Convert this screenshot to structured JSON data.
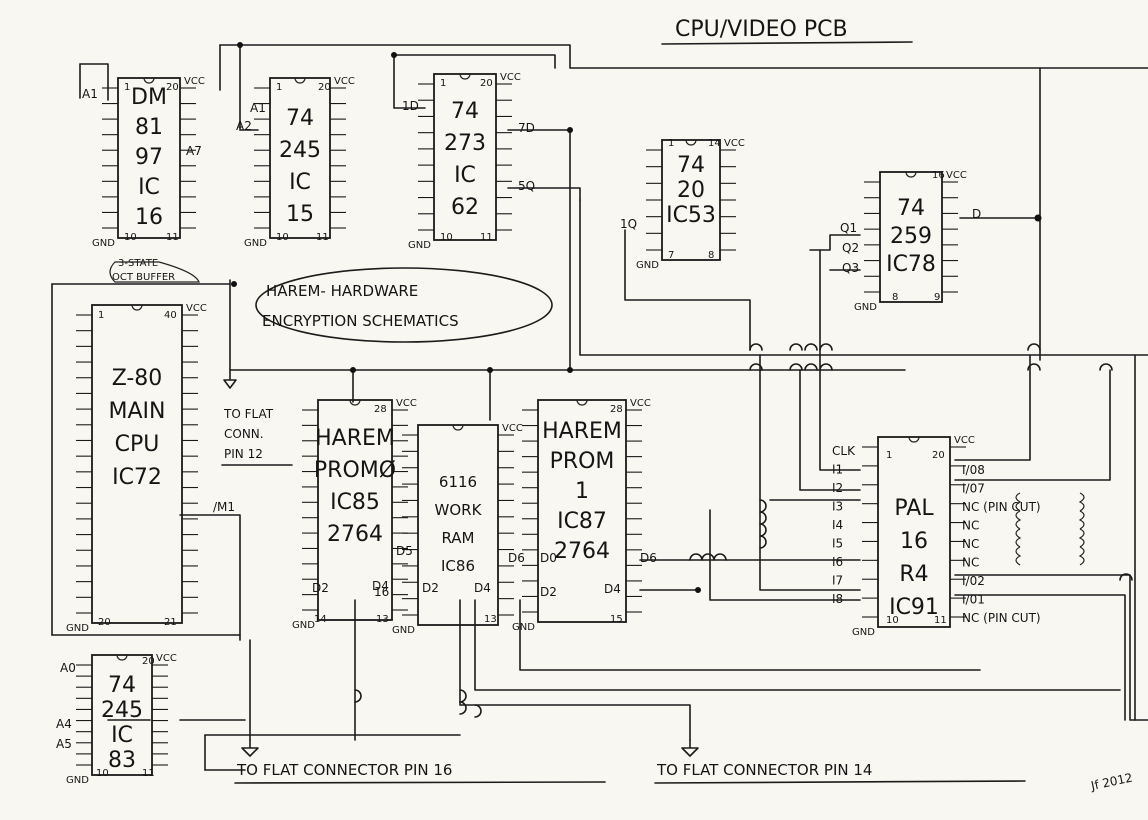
{
  "title": "CPU/VIDEO PCB",
  "subtitle": [
    "HAREM- HARDWARE",
    "ENCRYPTION SCHEMATICS"
  ],
  "signature": "Jf 2012",
  "connectors": {
    "pin16": "TO FLAT CONNECTOR PIN 16",
    "pin14": "TO FLAT CONNECTOR PIN 14",
    "pin12": [
      "TO FLAT",
      "CONN.",
      "PIN 12"
    ]
  },
  "chips": {
    "ic16": {
      "lines": [
        "DM",
        "81",
        "97",
        "IC",
        "16"
      ],
      "note": [
        "3-STATE",
        "OCT BUFFER"
      ]
    },
    "ic15": {
      "lines": [
        "74",
        "245",
        "IC",
        "15"
      ]
    },
    "ic62": {
      "lines": [
        "74",
        "273",
        "IC",
        "62"
      ]
    },
    "ic53": {
      "lines": [
        "74",
        "20",
        "IC53"
      ]
    },
    "ic78": {
      "lines": [
        "74",
        "259",
        "IC78"
      ]
    },
    "ic72": {
      "lines": [
        "Z-80",
        "MAIN",
        "CPU",
        "IC72"
      ]
    },
    "ic85": {
      "lines": [
        "HAREM",
        "PROMØ",
        "IC85",
        "2764"
      ]
    },
    "ic86": {
      "lines": [
        "6116",
        "WORK",
        "RAM",
        "IC86"
      ]
    },
    "ic87": {
      "lines": [
        "HAREM",
        "PROM",
        "1",
        "IC87",
        "2764"
      ]
    },
    "ic91": {
      "lines": [
        "PAL",
        "16",
        "R4",
        "IC91"
      ]
    },
    "ic83": {
      "lines": [
        "74",
        "245",
        "IC",
        "83"
      ]
    }
  },
  "pal_inputs": [
    "CLK",
    "I1",
    "I2",
    "I3",
    "I4",
    "I5",
    "I6",
    "I7",
    "I8"
  ],
  "pal_outputs": [
    "I/08",
    "I/07",
    "NC (PIN CUT)",
    "NC",
    "NC",
    "NC",
    "I/02",
    "I/01",
    "NC (PIN CUT)"
  ],
  "pin_labels": {
    "vcc": "VCC",
    "gnd": "GND",
    "a1": "A1",
    "a7": "A7",
    "a2": "A2",
    "a0": "A0",
    "a4": "A4",
    "a5": "A5",
    "d1": "1D",
    "q7": "7D",
    "q5": "5Q",
    "q1_53": "1Q",
    "d_78": "D",
    "q1": "Q1",
    "q2": "Q2",
    "q3": "Q3",
    "m1": "/M1",
    "d2": "D2",
    "d4": "D4",
    "d5": "D5",
    "d6": "D6",
    "d0": "D0",
    "p16": "16",
    "n1": "1",
    "n20": "20",
    "n10": "10",
    "n11": "11",
    "n14": "14",
    "n7": "7",
    "n8": "8",
    "n16": "16",
    "n9": "9",
    "n40": "40",
    "n21": "21",
    "n28": "28",
    "n13": "13",
    "n15": "15"
  }
}
